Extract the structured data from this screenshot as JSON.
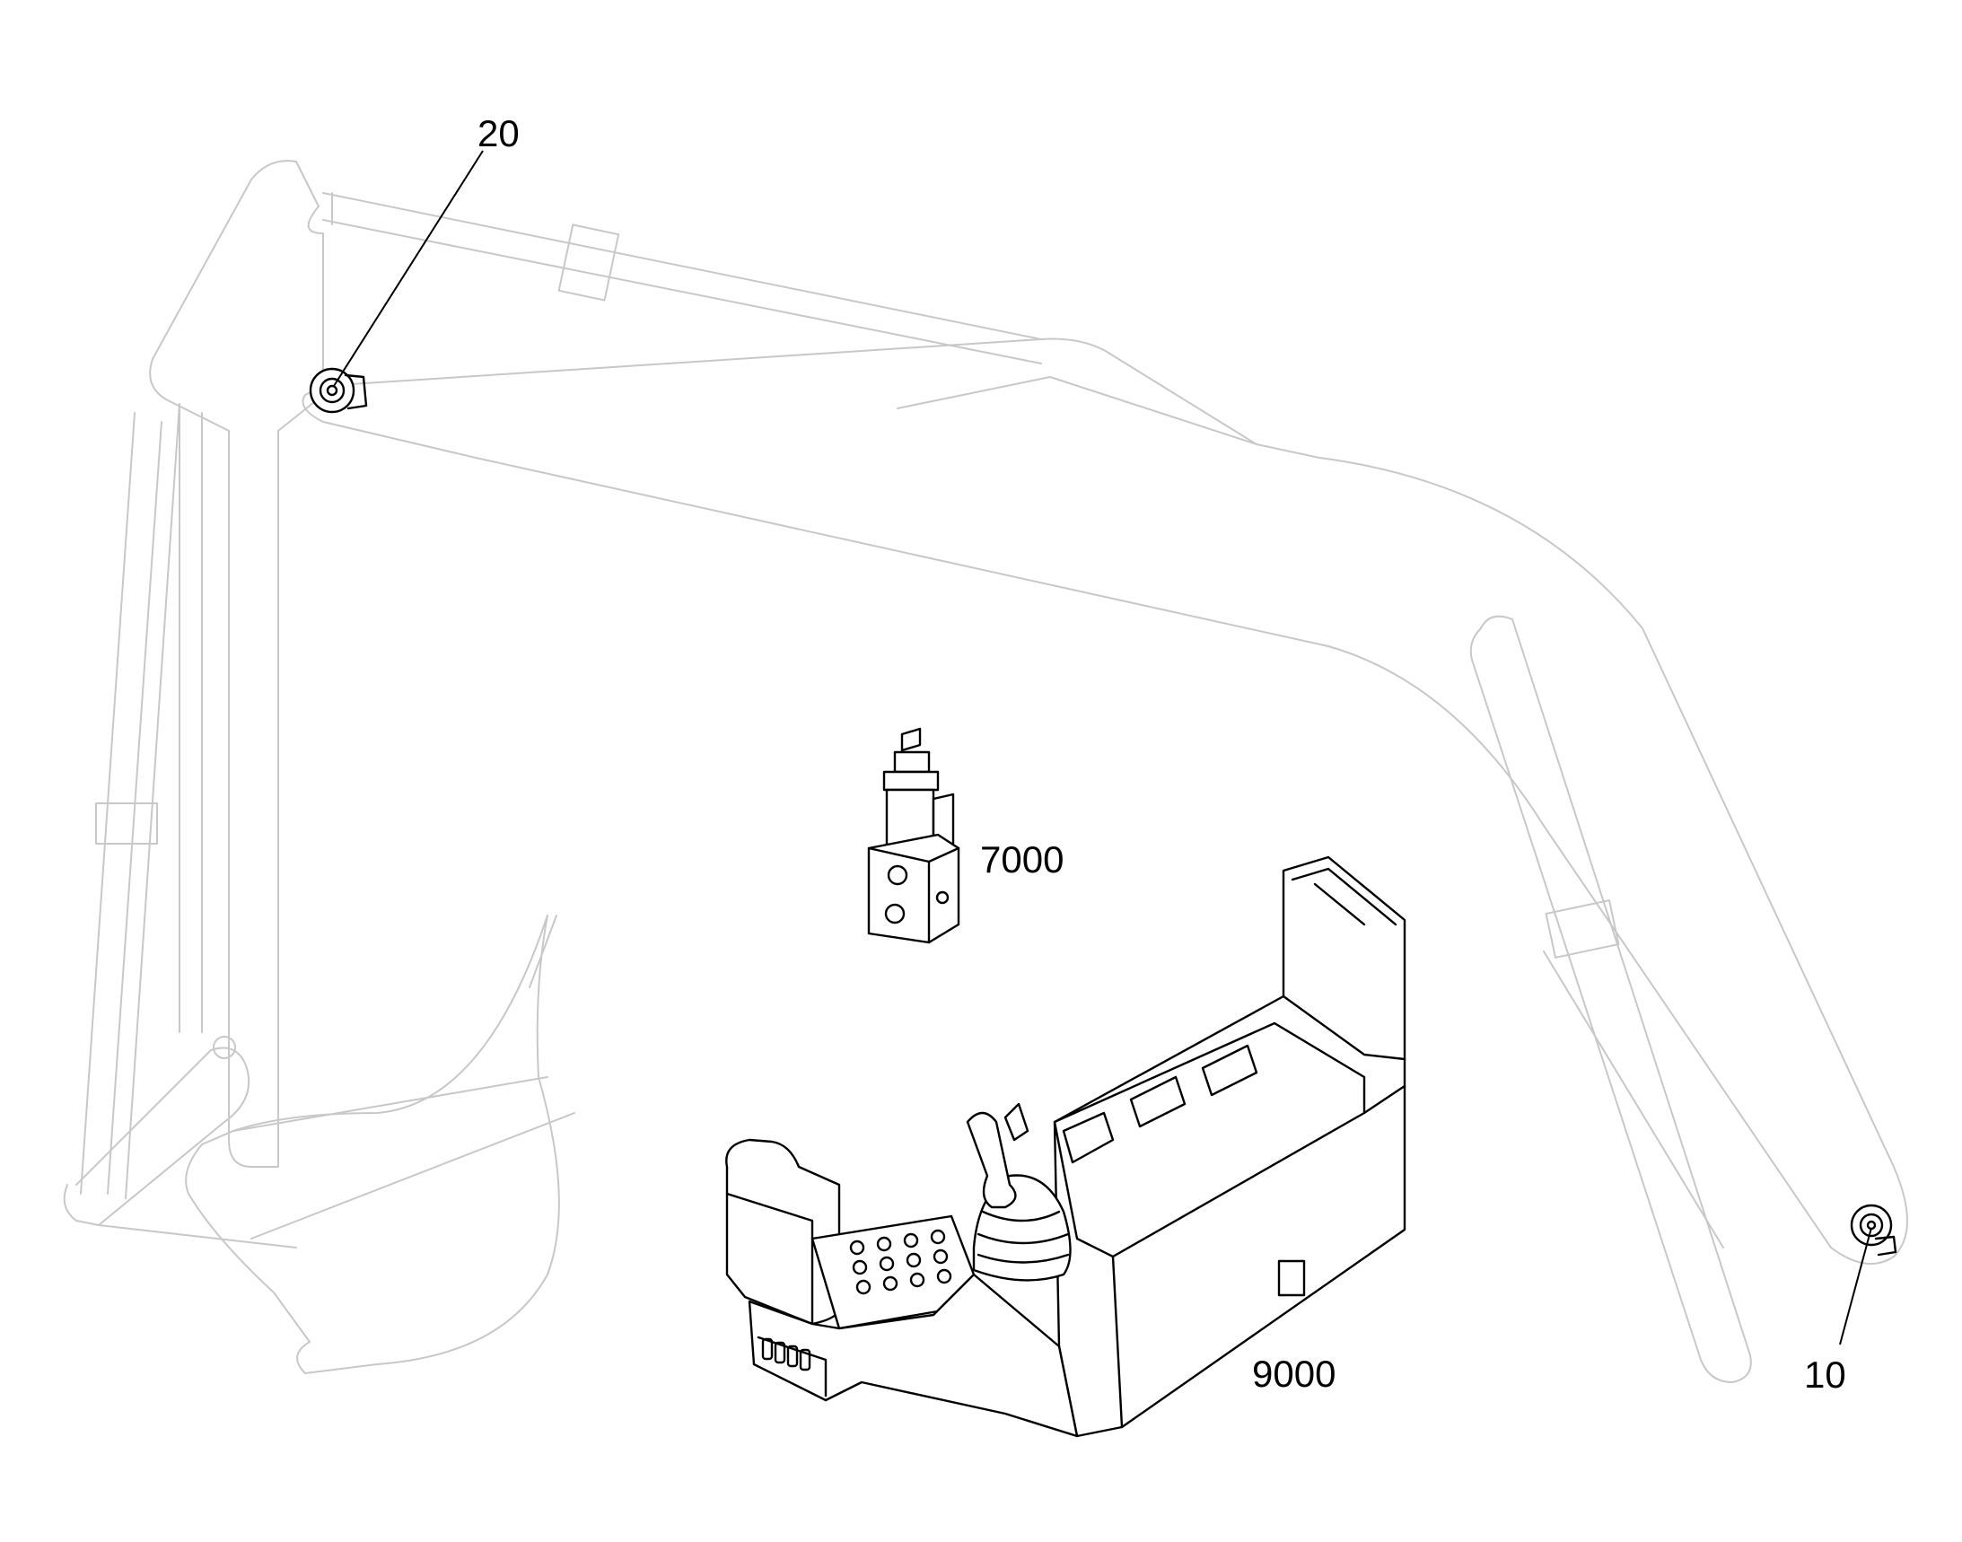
{
  "callouts": {
    "c20": "20",
    "c7000": "7000",
    "c9000": "9000",
    "c10": "10"
  },
  "colors": {
    "outline": "#000000",
    "ghost": "#c8c8c8",
    "background": "#ffffff"
  }
}
